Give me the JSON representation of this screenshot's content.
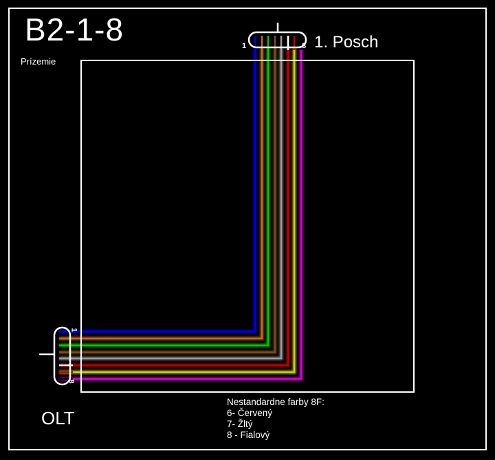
{
  "page": {
    "background": "#000000",
    "line_color": "#ffffff"
  },
  "header": {
    "title": "B2-1-8",
    "subtitle": "Prízemie"
  },
  "top_connector": {
    "label": "1. Posch",
    "pin_first": "1",
    "pin_last": "8"
  },
  "olt_connector": {
    "label": "OLT",
    "pin_first": "1",
    "pin_last": "8"
  },
  "note": {
    "title": "Nestandardne farby 8F:",
    "items": [
      "6- Červený",
      "7- Žltý",
      "8 - Fialový"
    ]
  },
  "fibers": [
    {
      "cable": "#0000e6",
      "pigtail": "#0000e6"
    },
    {
      "cable": "#c8681a",
      "pigtail": "#c8681a"
    },
    {
      "cable": "#00c800",
      "pigtail": "#00c800"
    },
    {
      "cable": "#7e4b1b",
      "pigtail": "#7e4b1b"
    },
    {
      "cable": "#9a9a9a",
      "pigtail": "#9a9a9a"
    },
    {
      "cable": "#c00000",
      "pigtail": "#ffffff"
    },
    {
      "cable": "#d2d200",
      "pigtail": "#c00000"
    },
    {
      "cable": "#d400d4",
      "pigtail": "#000000"
    }
  ]
}
